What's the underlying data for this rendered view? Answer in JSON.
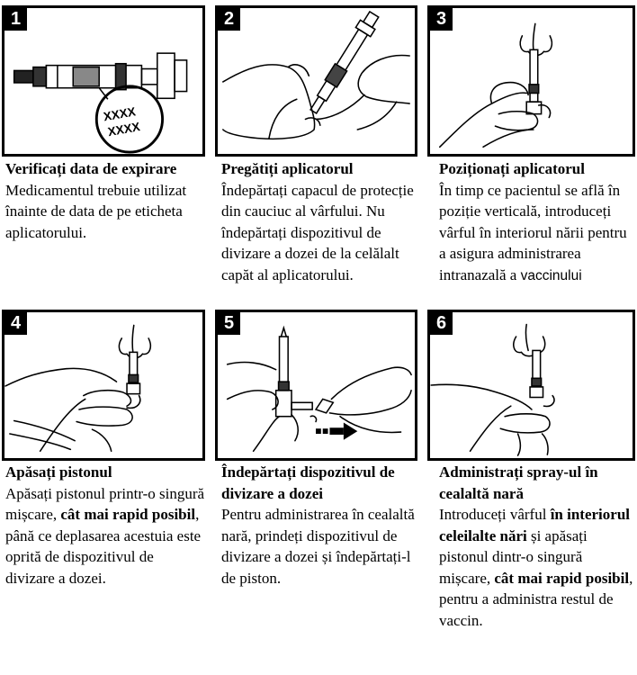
{
  "steps": [
    {
      "number": "1",
      "title": "Verificați data de expirare",
      "body": "Medicamentul trebuie utilizat înainte de data de pe eticheta aplicatorului."
    },
    {
      "number": "2",
      "title": "Pregătiți aplicatorul",
      "body": "Îndepărtați capacul de protecție din cauciuc al vârfului. Nu îndepărtați dispozitivul de divizare a dozei de la celălalt capăt al aplicatorului."
    },
    {
      "number": "3",
      "title": "Poziționați aplicatorul",
      "body": "În timp ce pacientul se află în poziție verticală, introduceți vârful în interiorul nării pentru a asigura administrarea intranazală a",
      "body_tail": "vaccinului"
    },
    {
      "number": "4",
      "title": "Apăsați pistonul",
      "body_a": "Apăsați pistonul printr-o singură mișcare,",
      "body_bold": "cât mai rapid posibil",
      "body_b": ", până ce deplasarea acestuia este oprită de dispozitivul de divizare a dozei."
    },
    {
      "number": "5",
      "title": "Îndepărtați dispozitivul de divizare a dozei",
      "body": "Pentru administrarea în cealaltă nară, prindeți dispozitivul de divizare a dozei și îndepărtați-l de piston."
    },
    {
      "number": "6",
      "title": "Administrați spray-ul în cealaltă nară",
      "body_a": "Introduceți vârful",
      "body_bold1": "în interiorul celeilalte nări",
      "body_b": "și apăsați pistonul dintr-o singură mișcare,",
      "body_bold2": "cât mai rapid posibil",
      "body_c": ", pentru a administra restul de vaccin."
    }
  ],
  "label_text": {
    "line1": "XXXX",
    "line2": "XXXX"
  }
}
